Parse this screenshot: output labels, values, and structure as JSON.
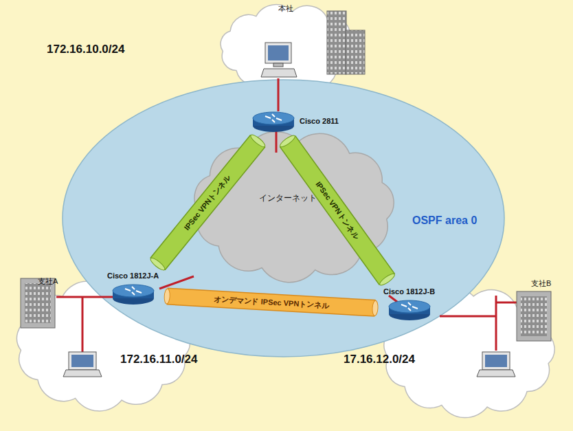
{
  "diagram": {
    "nodes": [
      {
        "text": [
          "本社",
          "172.16.10.0/24"
        ]
      },
      {
        "text": [
          "OSPF area 0"
        ]
      },
      {
        "text": [
          "インターネット"
        ],
        "in": 1
      },
      {
        "text": [
          "Cisco 2811"
        ]
      },
      {
        "text": [
          "Cisco 1812J-A"
        ]
      },
      {
        "text": [
          "Cisco 1812J-B"
        ]
      },
      {
        "text": [
          "支社A",
          "172.16.11.0/24"
        ]
      },
      {
        "text": [
          "支社B",
          "17.16.12.0/24"
        ]
      }
    ],
    "edges": [
      {
        "from": 3,
        "to": 4,
        "arrow": "none",
        "label": "IPSec VPNトンネル"
      },
      {
        "from": 3,
        "to": 5,
        "arrow": "none",
        "label": "IPSec VPNトンネル"
      },
      {
        "from": 4,
        "to": 5,
        "arrow": "none",
        "label": "オンデマンド IPSec VPNトンネル"
      }
    ]
  }
}
